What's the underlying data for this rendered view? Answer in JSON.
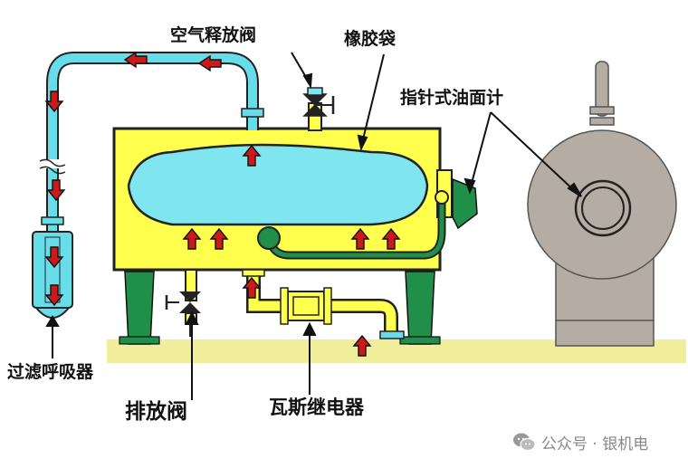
{
  "labels": {
    "air_release_valve": "空气释放阀",
    "rubber_bag": "橡胶袋",
    "pointer_oil_gauge": "指针式油面计",
    "filter_breather": "过滤呼吸器",
    "drain_valve": "排放阀",
    "gas_relay": "瓦斯继电器"
  },
  "watermark": {
    "text": "公众号 · 银机电"
  },
  "colors": {
    "oil": "#ffff4d",
    "bag": "#7fe6f0",
    "pipe": "#66dde8",
    "tank_outline": "#222222",
    "legs": "#1f8f4a",
    "floor": "#f0ee9a",
    "flow_arrow": "#cc1a1a",
    "side_view": "#b5aca3"
  }
}
